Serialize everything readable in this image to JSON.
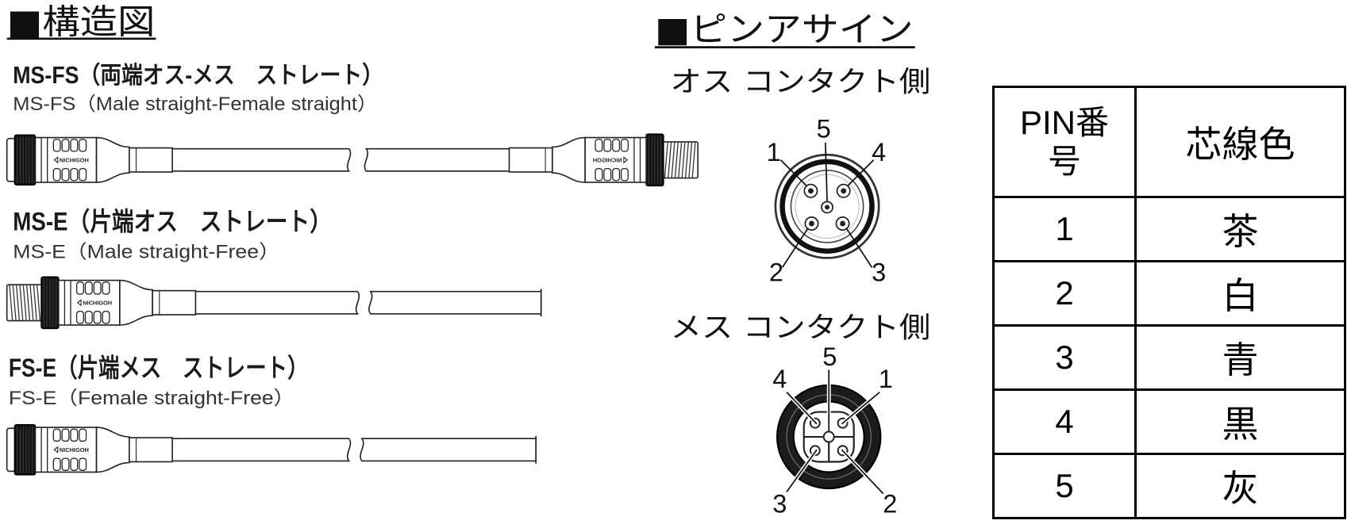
{
  "structure": {
    "title": "■構造図",
    "brand_label": "NICHIGOH",
    "cables": [
      {
        "title": "MS-FS（両端オス-メス　ストレート）",
        "subtitle": "MS-FS（Male straight-Female straight）"
      },
      {
        "title": "MS-E（片端オス　ストレート）",
        "subtitle": "MS-E（Male straight-Free）"
      },
      {
        "title": "FS-E（片端メス　ストレート）",
        "subtitle": "FS-E（Female straight-Free）"
      }
    ]
  },
  "pin_assign": {
    "title": "■ピンアサイン",
    "male": {
      "label": "オス コンタクト側",
      "pins": {
        "top": "5",
        "upper_left": "1",
        "upper_right": "4",
        "lower_left": "2",
        "lower_right": "3"
      }
    },
    "female": {
      "label": "メス コンタクト側",
      "pins": {
        "top": "5",
        "upper_left": "4",
        "upper_right": "1",
        "lower_left": "3",
        "lower_right": "2"
      }
    }
  },
  "table": {
    "headers": [
      "PIN番号",
      "芯線色"
    ],
    "rows": [
      {
        "pin": "1",
        "color": "茶"
      },
      {
        "pin": "2",
        "color": "白"
      },
      {
        "pin": "3",
        "color": "青"
      },
      {
        "pin": "4",
        "color": "黒"
      },
      {
        "pin": "5",
        "color": "灰"
      }
    ]
  }
}
